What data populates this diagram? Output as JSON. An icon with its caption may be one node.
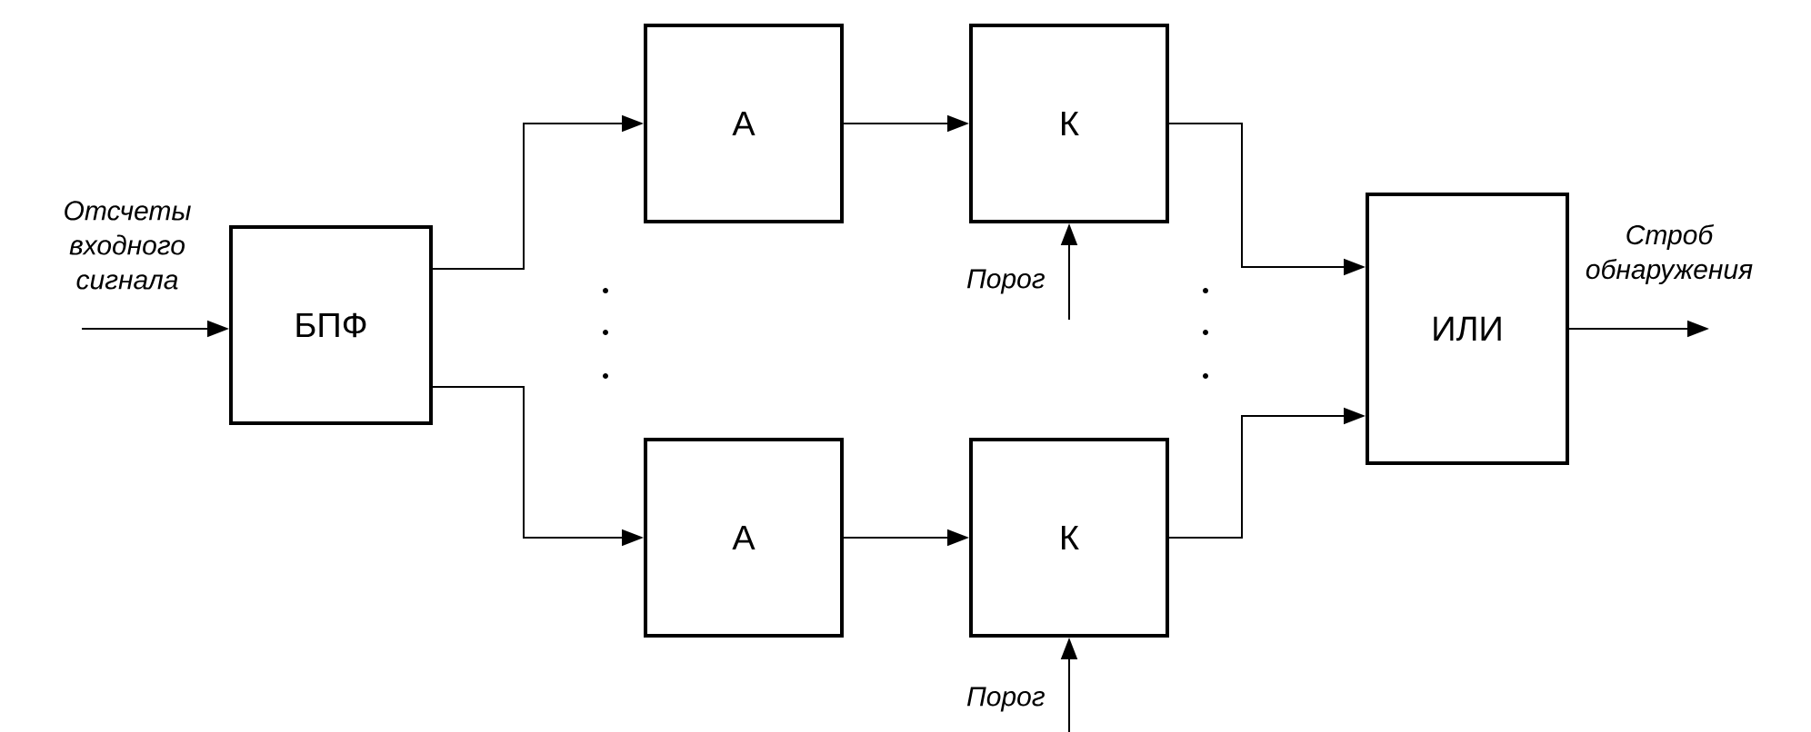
{
  "diagram": {
    "nodes": [
      {
        "text": [
          "БПФ"
        ]
      },
      {
        "text": [
          "А"
        ]
      },
      {
        "text": [
          "К"
        ]
      },
      {
        "text": [
          "А"
        ]
      },
      {
        "text": [
          "К"
        ]
      },
      {
        "text": [
          "ИЛИ"
        ]
      }
    ],
    "edges": [
      {
        "from": null,
        "to": 0,
        "arrow": "to",
        "label": "Отсчеты входного сигнала"
      },
      {
        "from": 0,
        "to": 1,
        "arrow": "to"
      },
      {
        "from": 0,
        "to": 3,
        "arrow": "to"
      },
      {
        "from": 1,
        "to": 2,
        "arrow": "to"
      },
      {
        "from": 3,
        "to": 4,
        "arrow": "to"
      },
      {
        "from": null,
        "to": 2,
        "arrow": "to",
        "label": "Порог"
      },
      {
        "from": null,
        "to": 4,
        "arrow": "to",
        "label": "Порог"
      },
      {
        "from": 2,
        "to": 5,
        "arrow": "to"
      },
      {
        "from": 4,
        "to": 5,
        "arrow": "to"
      },
      {
        "from": 5,
        "to": null,
        "arrow": "to",
        "label": "Строб обнаружения"
      }
    ]
  }
}
